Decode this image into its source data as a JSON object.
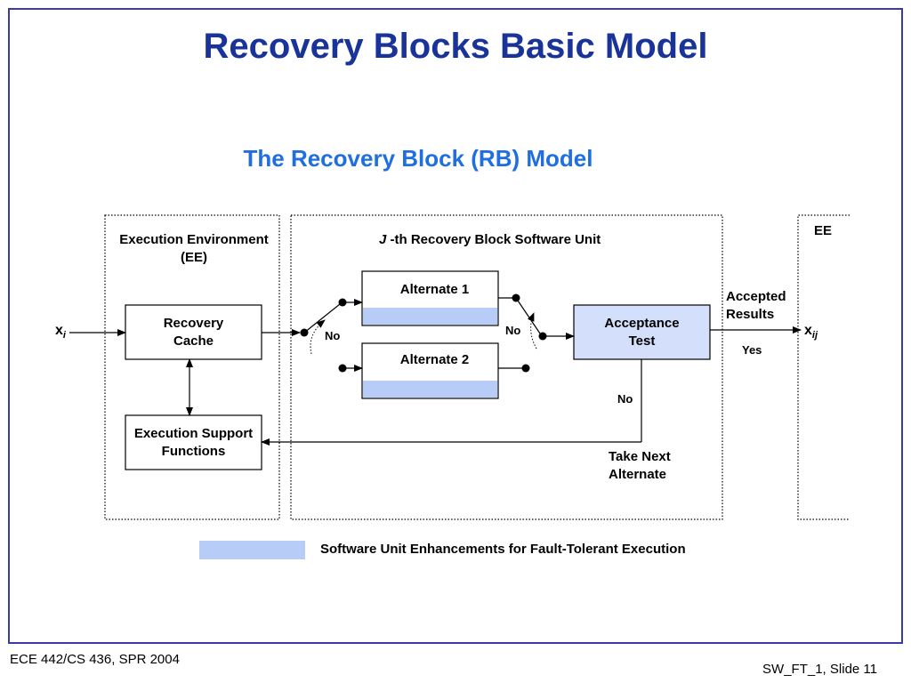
{
  "title": "Recovery Blocks Basic Model",
  "subtitle": "The Recovery Block (RB) Model",
  "diagram": {
    "ee_label_line1": "Execution Environment",
    "ee_label_line2": "(EE)",
    "rb_unit_prefix": "J",
    "rb_unit_label": "-th Recovery Block Software Unit",
    "ee_right_label": "EE",
    "recovery_cache_line1": "Recovery",
    "recovery_cache_line2": "Cache",
    "exec_support_line1": "Execution Support",
    "exec_support_line2": "Functions",
    "alternate1": "Alternate 1",
    "alternate2": "Alternate 2",
    "acceptance_line1": "Acceptance",
    "acceptance_line2": "Test",
    "accepted_line1": "Accepted",
    "accepted_line2": "Results",
    "yes": "Yes",
    "no_left": "No",
    "no_right": "No",
    "no_down": "No",
    "take_next_line1": "Take Next",
    "take_next_line2": "Alternate",
    "input_var": "x",
    "input_sub": "i",
    "output_var": "x",
    "output_sub": "ij"
  },
  "legend": {
    "text": "Software Unit Enhancements for Fault-Tolerant Execution",
    "color": "#b8ccf8"
  },
  "colors": {
    "title": "#1a3399",
    "subtitle": "#1f6fe0",
    "acceptance_fill": "#d4e0fb",
    "enhancement_fill": "#b8ccf8"
  },
  "footer": {
    "left": "ECE 442/CS 436, SPR 2004",
    "right": "SW_FT_1, Slide 11"
  }
}
